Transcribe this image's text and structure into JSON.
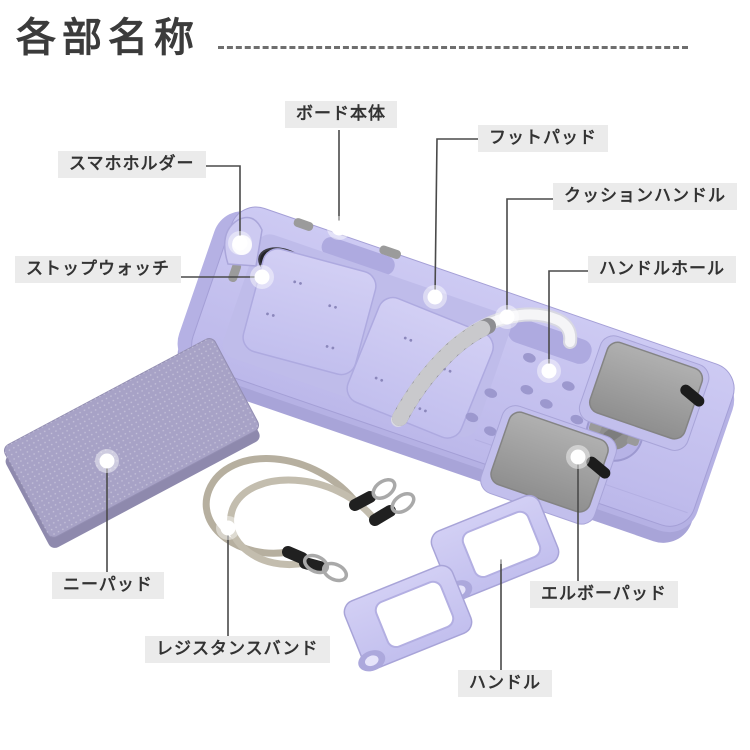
{
  "page": {
    "title": "各部名称"
  },
  "palette": {
    "board_lavender": "#c7c4ee",
    "board_lavender_dark": "#a9a5d8",
    "label_background": "#ebebeb",
    "label_text": "#333333",
    "connector_line": "#4a4a4a",
    "elbow_pad_gray": "#9c9c9c",
    "resistance_band_beige": "#b6af9f",
    "knee_pad_purple": "#a7a2c6",
    "title_text": "#3b3b3b",
    "stopwatch_black": "#232327"
  },
  "labels": [
    {
      "id": "board-body",
      "text": "ボード本体"
    },
    {
      "id": "foot-pad",
      "text": "フットパッド"
    },
    {
      "id": "smartphone-holder",
      "text": "スマホホルダー"
    },
    {
      "id": "cushion-handle",
      "text": "クッションハンドル"
    },
    {
      "id": "stopwatch",
      "text": "ストップウォッチ"
    },
    {
      "id": "handle-hole",
      "text": "ハンドルホール"
    },
    {
      "id": "knee-pad",
      "text": "ニーパッド"
    },
    {
      "id": "resistance-band",
      "text": "レジスタンスバンド"
    },
    {
      "id": "elbow-pad",
      "text": "エルボーパッド"
    },
    {
      "id": "handle",
      "text": "ハンドル"
    }
  ]
}
